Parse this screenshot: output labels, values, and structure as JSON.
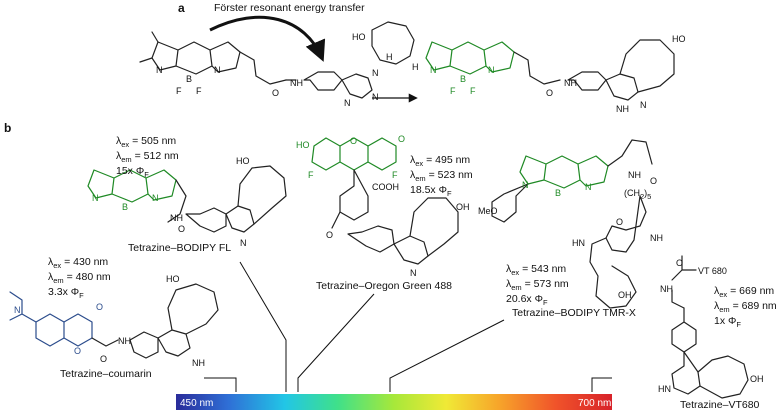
{
  "panel_a": {
    "label": "a",
    "fret_caption": "Förster resonant energy transfer"
  },
  "panel_b": {
    "label": "b",
    "probes": [
      {
        "name": "Tetrazine–BODIPY FL",
        "ex": "505 nm",
        "em": "512 nm",
        "fold": "15x"
      },
      {
        "name": "Tetrazine–Oregon Green 488",
        "ex": "495 nm",
        "em": "523 nm",
        "fold": "18.5x"
      },
      {
        "name": "Tetrazine–BODIPY TMR-X",
        "ex": "543 nm",
        "em": "573 nm",
        "fold": "20.6x"
      },
      {
        "name": "Tetrazine–coumarin",
        "ex": "430 nm",
        "em": "480 nm",
        "fold": "3.3x"
      },
      {
        "name": "Tetrazine–VT680",
        "ex": "669 nm",
        "em": "689 nm",
        "fold": "1x"
      }
    ],
    "spectrum": {
      "min_label": "450 nm",
      "max_label": "700 nm"
    }
  },
  "atoms": {
    "N": "N",
    "B": "B",
    "F": "F",
    "HO": "HO",
    "OH": "OH",
    "O": "O",
    "H": "H",
    "NH": "NH",
    "HN": "HN",
    "COOH": "COOH",
    "MeO": "MeO",
    "CH2": "(CH",
    "CH2_sub": "2",
    "CH2_close": ")",
    "n5": "5",
    "VT680": "VT 680",
    "plus_N": "N",
    "minus_B": "B"
  },
  "symbols": {
    "lambda": "λ",
    "ex": "ex",
    "em": "em",
    "eq": " = ",
    "phi": "Φ",
    "phi_sub": "F"
  },
  "colors": {
    "bodipy": "#1f8a25",
    "coumarin": "#2b4c8c",
    "arrow": "#111111"
  }
}
